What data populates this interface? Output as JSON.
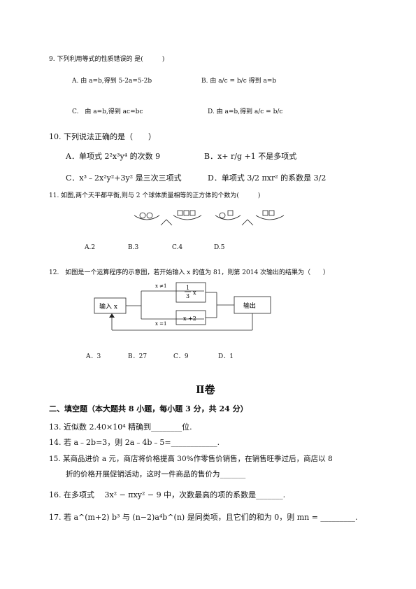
{
  "q9": {
    "stem": "9. 下列利用等式的性质错误的 是(　　　)",
    "a": "A. 由 a=b,得到 5-2a=5-2b",
    "b": "B. 由 a/c = b/c 得到 a=b",
    "c": "C.　由 a=b,得到 ac=bc",
    "d": "D. 由 a=b,得到 a/c = b/c"
  },
  "q10": {
    "stem": "10.  下列说法正确的是（　　）",
    "a": "A．单项式 2²x³y⁴ 的次数 9",
    "b": "B．x+ r/g +1 不是多项式",
    "c": "C．x³﹣2x²y²+3y² 是三次三项式",
    "d": "D．单项式 3/2 πxr² 的系数是 3/2"
  },
  "q11": {
    "stem": "11. 如图,两个天平都平衡,则与 2 个球体质量相等的正方体的个数为(　　　)",
    "a": "A.2",
    "b": "B.3",
    "c": "C.4",
    "d": "D.5"
  },
  "q12": {
    "stem": "12.　如图是一个运算程序的示意图，若开始输入 x 的值为 81，则第 2014 次输出的结果为（　　）",
    "flow": {
      "input": "输入 x",
      "output": "输出",
      "cond_top": "x ≠1",
      "cond_bottom": "x =1",
      "box_top_num": "1",
      "box_top_den": "3",
      "box_top_var": "x",
      "box_bottom": "x +2"
    },
    "a": "A．3",
    "b": "B．27",
    "c": "C．9",
    "d": "D．1"
  },
  "section2": {
    "title": "Ⅱ卷",
    "subtitle": "二、填空题（本大题共 8 小题，每小题 3 分，共 24 分）"
  },
  "q13": "13.  近似数 2.40×10⁴ 精确到________位.",
  "q14": "14.  若 a﹣2b=3，则 2a﹣4b﹣5=____________.",
  "q15": {
    "line1": "15.  某商品进价 a 元，商店将价格提高 30%作零售价销售，在销售旺季过后，商店以 8",
    "line2": "折的价格开展促销活动，这时一件商品的售价为_______"
  },
  "q16": "16.  在多项式　 3x² − πxy² − 9 中，次数最高的项的系数是_______.",
  "q17": "17. 若 a^(m+2) b³ 与 (n−2)a⁴b^(n) 是同类项，且它们的和为 0，则 mn = _________."
}
